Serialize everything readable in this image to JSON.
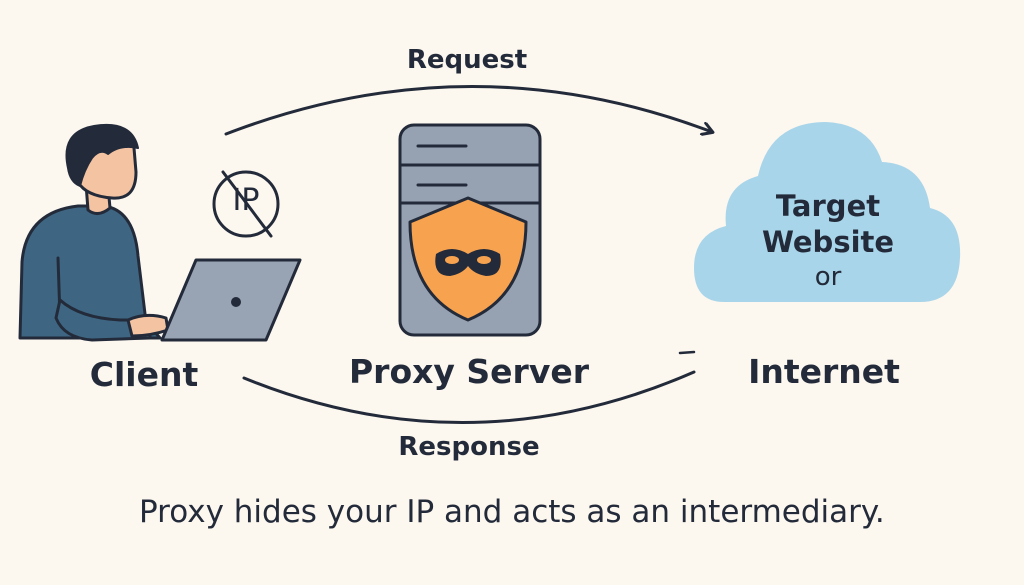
{
  "flows": {
    "request": "Request",
    "response": "Response"
  },
  "nodes": {
    "client": "Client",
    "proxy": "Proxy Server",
    "internet": "Internet"
  },
  "cloud": {
    "line1": "Target",
    "line2": "Website",
    "line3": "or"
  },
  "no_ip_badge": "IP",
  "caption": "Proxy hides your IP and acts as an intermediary.",
  "icons": [
    "person-icon",
    "laptop-icon",
    "no-ip-icon",
    "server-icon",
    "shield-icon",
    "mask-icon",
    "cloud-icon"
  ],
  "colors": {
    "background": "#fcf7ef",
    "ink": "#232b3a",
    "shirt": "#3e6682",
    "skin": "#f4c3a1",
    "server": "#96a2b1",
    "shield": "#f7a24f",
    "cloud": "#a9d5ea",
    "laptop": "#98a3b3"
  }
}
